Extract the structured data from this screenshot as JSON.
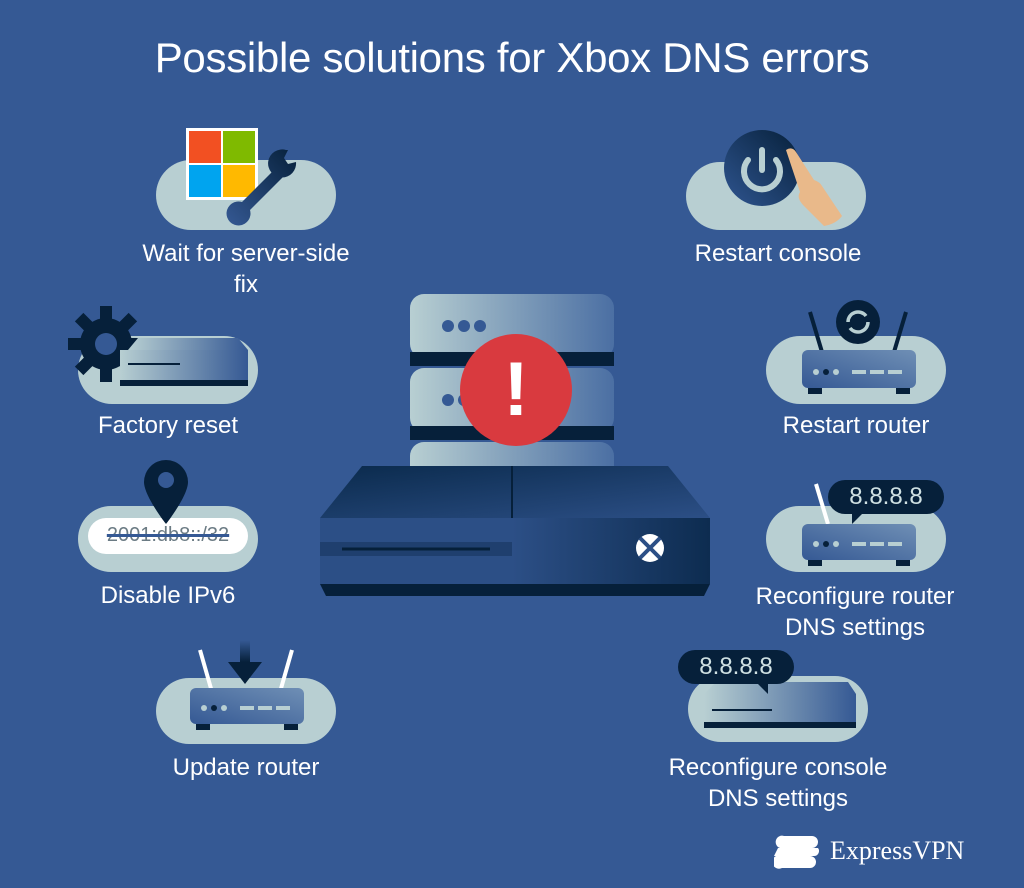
{
  "title": "Possible solutions for Xbox DNS errors",
  "solutions": {
    "server_fix": {
      "label_line1": "Wait for server-side",
      "label_line2": "fix",
      "icon": "windows-logo-wrench-icon"
    },
    "restart_console": {
      "label": "Restart console",
      "icon": "power-button-hand-icon"
    },
    "factory_reset": {
      "label": "Factory reset",
      "icon": "gear-console-icon"
    },
    "restart_router": {
      "label": "Restart router",
      "icon": "router-refresh-icon"
    },
    "disable_ipv6": {
      "label": "Disable IPv6",
      "icon": "location-pin-icon",
      "address": "2001:db8::/32"
    },
    "reconfigure_router_dns": {
      "label_line1": "Reconfigure router",
      "label_line2": "DNS settings",
      "icon": "router-dns-icon",
      "dns": "8.8.8.8"
    },
    "update_router": {
      "label": "Update router",
      "icon": "router-download-icon"
    },
    "reconfigure_console_dns": {
      "label_line1": "Reconfigure console",
      "label_line2": "DNS settings",
      "icon": "console-dns-icon",
      "dns": "8.8.8.8"
    }
  },
  "center": {
    "icon": "server-error-xbox-icon",
    "alert_symbol": "!"
  },
  "brand": {
    "name": "ExpressVPN"
  },
  "colors": {
    "background": "#355994",
    "pill": "#b8cfd2",
    "dark": "#06203a",
    "alert": "#d93a3f",
    "ms_red": "#f25022",
    "ms_green": "#7fba00",
    "ms_blue": "#00a4ef",
    "ms_yellow": "#ffb900",
    "hand": "#e9b98a"
  }
}
